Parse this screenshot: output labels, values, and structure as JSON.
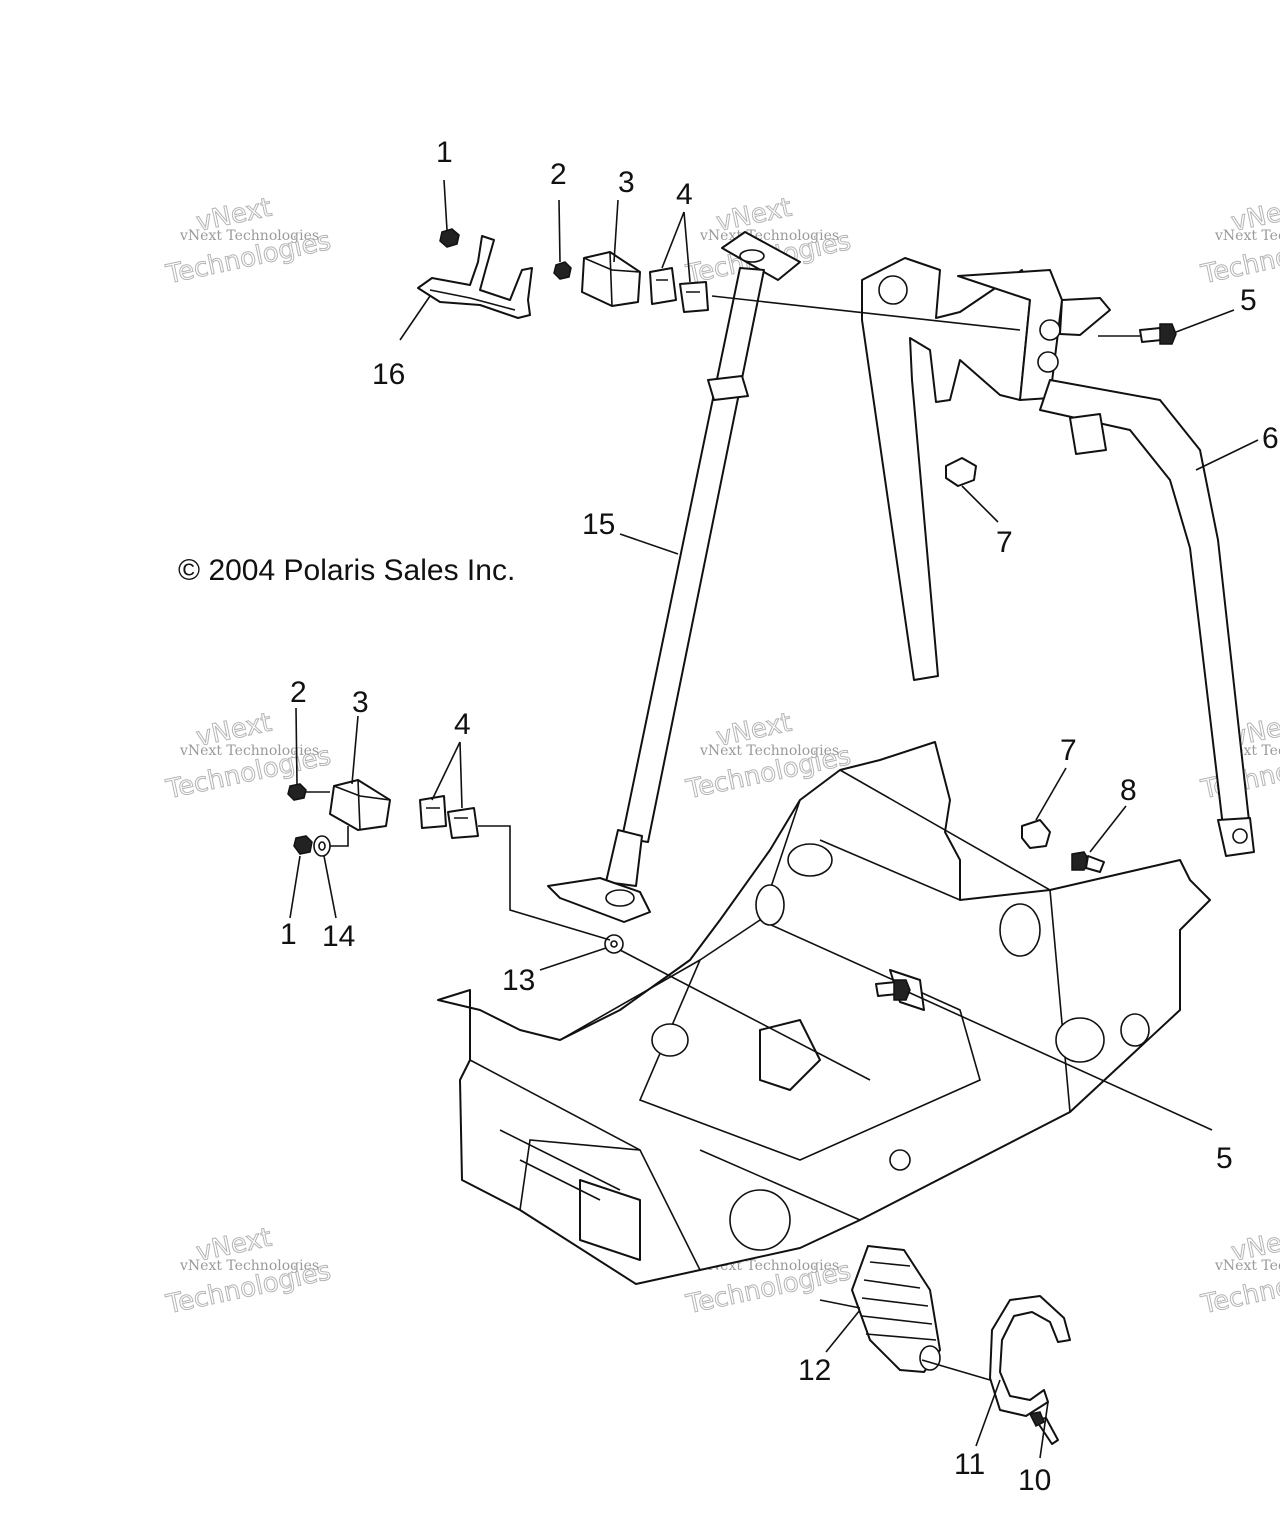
{
  "copyright": "© 2004 Polaris Sales Inc.",
  "watermark": {
    "line1": "vNext Technologies",
    "line2": "vNext",
    "line3": "Technologies"
  },
  "callouts": [
    {
      "id": "c1a",
      "label": "1"
    },
    {
      "id": "c2a",
      "label": "2"
    },
    {
      "id": "c3a",
      "label": "3"
    },
    {
      "id": "c4a",
      "label": "4"
    },
    {
      "id": "c5a",
      "label": "5"
    },
    {
      "id": "c6",
      "label": "6"
    },
    {
      "id": "c7a",
      "label": "7"
    },
    {
      "id": "c15",
      "label": "15"
    },
    {
      "id": "c16",
      "label": "16"
    },
    {
      "id": "c2b",
      "label": "2"
    },
    {
      "id": "c3b",
      "label": "3"
    },
    {
      "id": "c4b",
      "label": "4"
    },
    {
      "id": "c1b",
      "label": "1"
    },
    {
      "id": "c14",
      "label": "14"
    },
    {
      "id": "c7b",
      "label": "7"
    },
    {
      "id": "c8",
      "label": "8"
    },
    {
      "id": "c13",
      "label": "13"
    },
    {
      "id": "c5b",
      "label": "5"
    },
    {
      "id": "c12",
      "label": "12"
    },
    {
      "id": "c11",
      "label": "11"
    },
    {
      "id": "c10",
      "label": "10"
    }
  ]
}
